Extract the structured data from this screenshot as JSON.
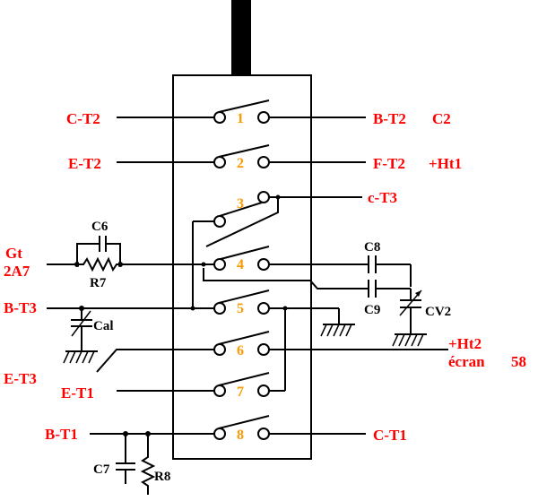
{
  "diagram": {
    "positions": [
      "1",
      "2",
      "3",
      "4",
      "5",
      "6",
      "7",
      "8"
    ],
    "left_labels": {
      "c_t2": "C-T2",
      "e_t2": "E-T2",
      "gt": "Gt",
      "tube": "2A7",
      "b_t3": "B-T3",
      "e_t3": "E-T3",
      "e_t1": "E-T1",
      "b_t1": "B-T1"
    },
    "right_labels": {
      "b_t2": "B-T2",
      "c2": "C2",
      "f_t2": "F-T2",
      "ht1": "+Ht1",
      "c_t3": "c-T3",
      "ht2": "+Ht2",
      "ecran": "écran",
      "tube58": "58",
      "c_t1": "C-T1"
    },
    "components": {
      "c6": "C6",
      "r7": "R7",
      "cal": "Cal",
      "c8": "C8",
      "c9": "C9",
      "cv2": "CV2",
      "c7": "C7",
      "r8": "R8"
    }
  }
}
